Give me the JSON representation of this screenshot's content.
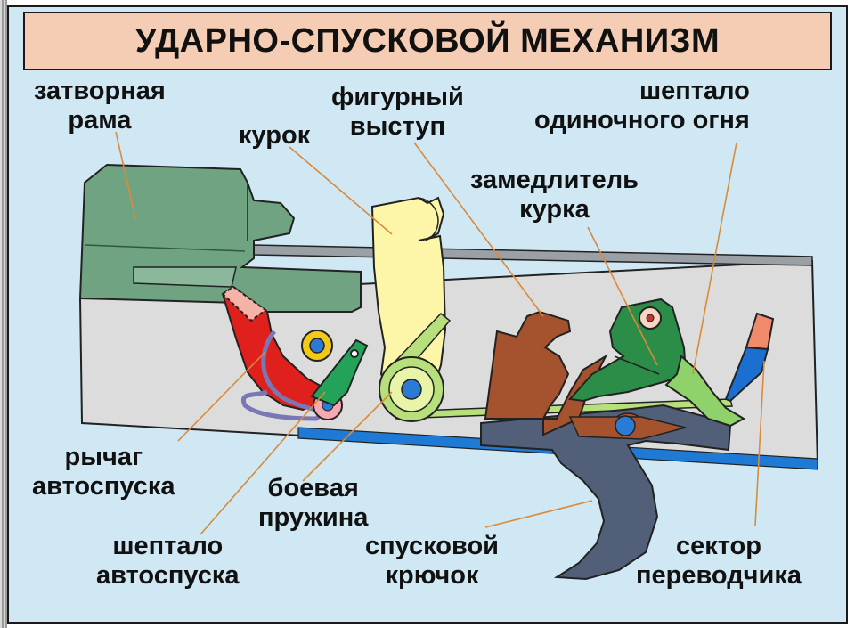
{
  "title": "УДАРНО-СПУСКОВОЙ МЕХАНИЗМ",
  "labels": {
    "bolt_carrier": [
      "затворная",
      "рама"
    ],
    "hammer": [
      "курок"
    ],
    "shaped_lug": [
      "фигурный",
      "выступ"
    ],
    "single_fire_sear": [
      "шептало",
      "одиночного огня"
    ],
    "hammer_retarder": [
      "замедлитель",
      "курка"
    ],
    "auto_release_lever": [
      "рычаг",
      "автоспуска"
    ],
    "mainspring": [
      "боевая",
      "пружина"
    ],
    "auto_release_sear": [
      "шептало",
      "автоспуска"
    ],
    "trigger": [
      "спусковой",
      "крючок"
    ],
    "selector_sector": [
      "сектор",
      "переводчика"
    ]
  },
  "colors": {
    "background": "#cfe8f4",
    "title_bar": "#f5cdb4",
    "receiver": "#dcdcdc",
    "bolt_carrier": "#6fa382",
    "hammer": "#fdf6a8",
    "trigger": "#525f79",
    "disconnector": "#a5522e",
    "retarder": "#2c8d49",
    "auto_release_lever": "#e0201c",
    "mainspring": "#b7e07c",
    "selector": "#1a6fd0",
    "leader_line": "#d98a3a"
  }
}
